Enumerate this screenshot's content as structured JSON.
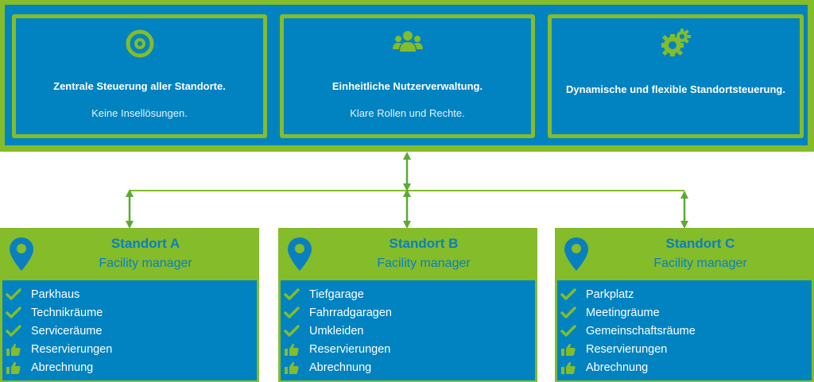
{
  "colors": {
    "green": "#84bc2a",
    "blue": "#0083c0",
    "white": "#ffffff"
  },
  "top_panels": [
    {
      "icon": "target-icon",
      "title": "Zentrale Steuerung aller Standorte.",
      "subtitle": "Keine Insellösungen."
    },
    {
      "icon": "users-icon",
      "title": "Einheitliche Nutzerverwaltung.",
      "subtitle": "Klare Rollen und Rechte."
    },
    {
      "icon": "gears-icon",
      "title": "Dynamische und flexible Standortsteuerung.",
      "subtitle": ""
    }
  ],
  "sites": [
    {
      "name": "Standort A",
      "role": "Facility manager",
      "icon": "map-pin-icon",
      "items": [
        {
          "icon": "check-icon",
          "label": "Parkhaus"
        },
        {
          "icon": "check-icon",
          "label": "Technikräume"
        },
        {
          "icon": "check-icon",
          "label": "Serviceräume"
        },
        {
          "icon": "thumbs-up-icon",
          "label": "Reservierungen"
        },
        {
          "icon": "thumbs-up-icon",
          "label": "Abrechnung"
        }
      ]
    },
    {
      "name": "Standort B",
      "role": "Facility manager",
      "icon": "map-pin-icon",
      "items": [
        {
          "icon": "check-icon",
          "label": "Tiefgarage"
        },
        {
          "icon": "check-icon",
          "label": "Fahrradgaragen"
        },
        {
          "icon": "check-icon",
          "label": "Umkleiden"
        },
        {
          "icon": "thumbs-up-icon",
          "label": "Reservierungen"
        },
        {
          "icon": "thumbs-up-icon",
          "label": "Abrechnung"
        }
      ]
    },
    {
      "name": "Standort C",
      "role": "Facility manager",
      "icon": "map-pin-icon",
      "items": [
        {
          "icon": "check-icon",
          "label": "Parkplatz"
        },
        {
          "icon": "check-icon",
          "label": "Meetingräume"
        },
        {
          "icon": "check-icon",
          "label": "Gemeinschaftsräume"
        },
        {
          "icon": "thumbs-up-icon",
          "label": "Reservierungen"
        },
        {
          "icon": "thumbs-up-icon",
          "label": "Abrechnung"
        }
      ]
    }
  ]
}
